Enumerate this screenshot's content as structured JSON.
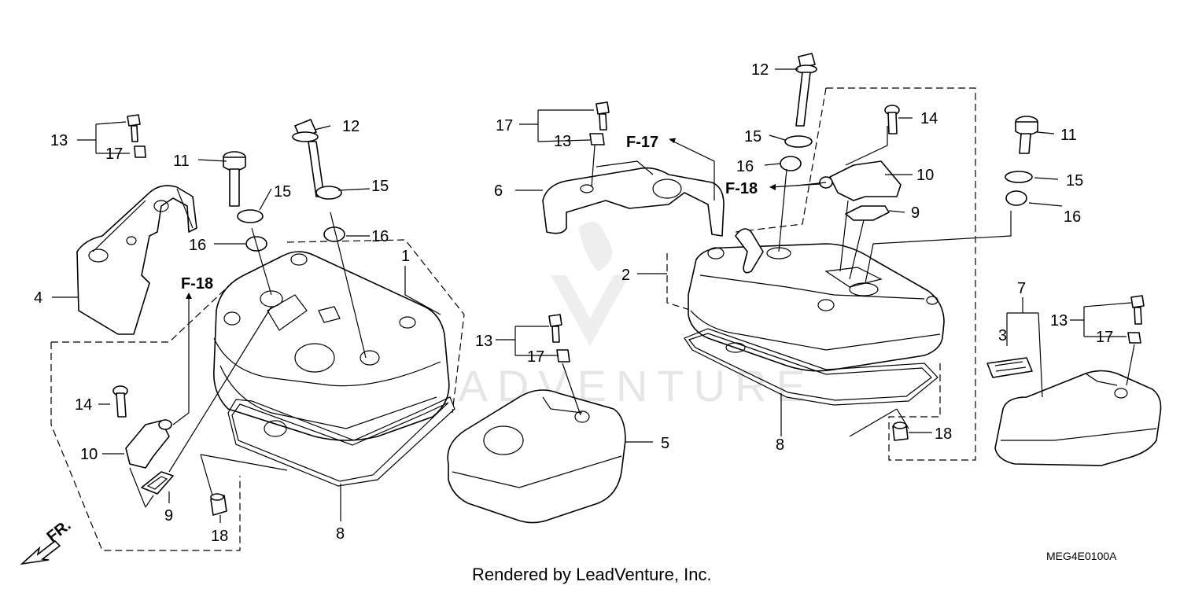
{
  "watermark": {
    "text": "LEADVENTURE"
  },
  "direction_mark": {
    "text": "FR."
  },
  "refs": {
    "f18_left": "F-18",
    "f17": "F-17",
    "f18_right": "F-18"
  },
  "diagram_code": "MEG4E0100A",
  "credit": "Rendered by LeadVenture, Inc.",
  "labels": {
    "left": {
      "n13": "13",
      "n17": "17",
      "n11": "11",
      "n12": "12",
      "n15a": "15",
      "n15b": "15",
      "n16a": "16",
      "n16b": "16",
      "n1": "1",
      "n4": "4",
      "n14": "14",
      "n10": "10",
      "n9": "9",
      "n18": "18",
      "n8": "8"
    },
    "center": {
      "n17": "17",
      "n13": "13",
      "n6": "6",
      "n13b": "13",
      "n17b": "17",
      "n5": "5"
    },
    "right": {
      "n12": "12",
      "n15": "15",
      "n16": "16",
      "n14": "14",
      "n10": "10",
      "n9": "9",
      "n2": "2",
      "n8": "8",
      "n18": "18",
      "n11": "11",
      "n15b": "15",
      "n16b": "16",
      "n7": "7",
      "n3": "3",
      "n13": "13",
      "n17": "17"
    }
  }
}
